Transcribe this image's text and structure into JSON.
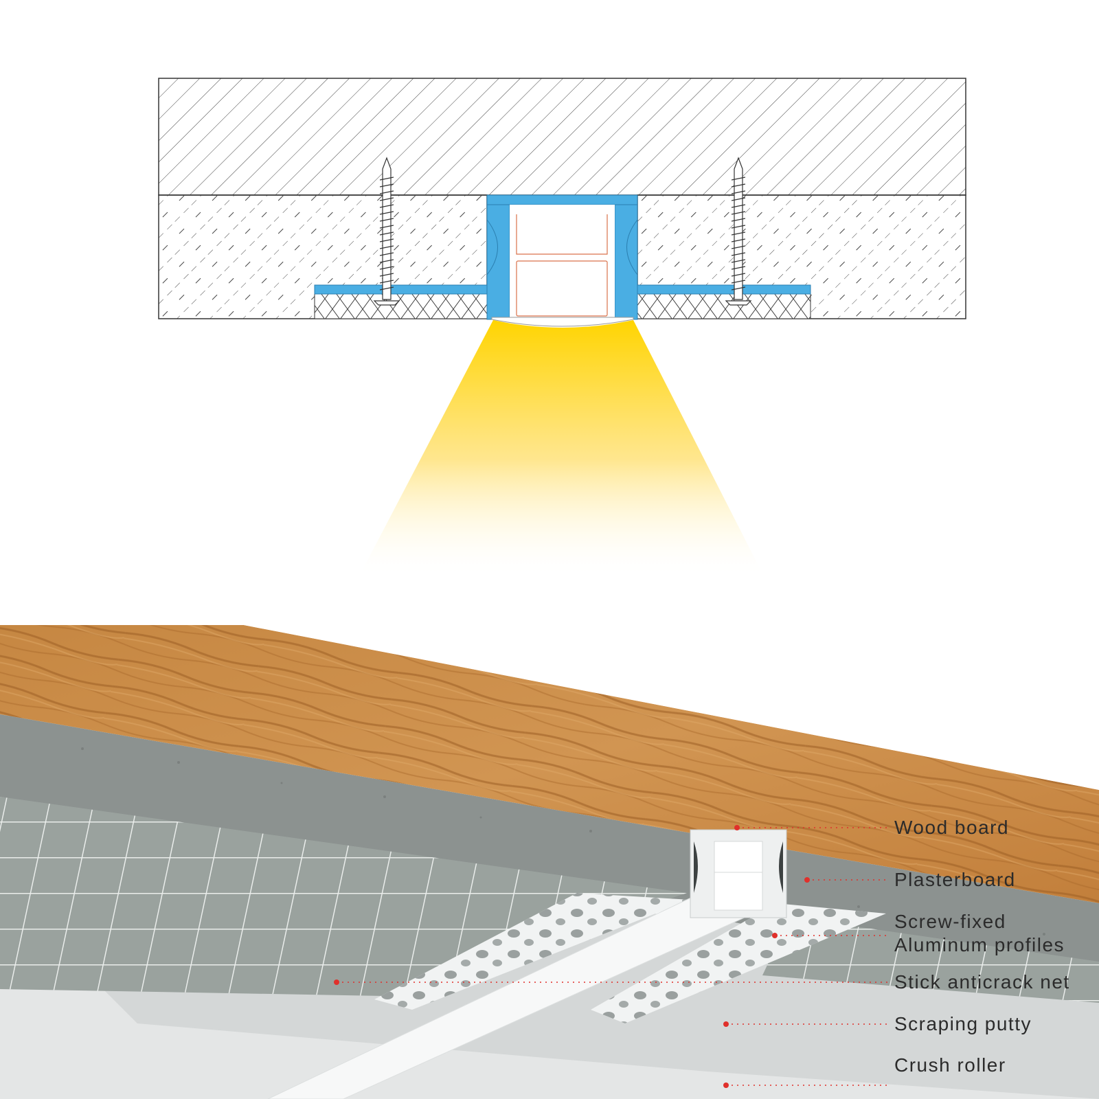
{
  "diagram": {
    "colors": {
      "profile": "#4aaee3",
      "light": "#ffd400",
      "wood": "#c98a45",
      "plaster": "#8c9290",
      "putty": "#c9cccc",
      "leader": "#e0302b"
    },
    "labels": [
      {
        "id": "wood-board",
        "lines": [
          "Wood board"
        ]
      },
      {
        "id": "plasterboard",
        "lines": [
          "Plasterboard"
        ]
      },
      {
        "id": "screw-fixed-aluminum-profiles",
        "lines": [
          "Screw-fixed",
          "Aluminum profiles"
        ]
      },
      {
        "id": "stick-anticrack-net",
        "lines": [
          "Stick anticrack net"
        ]
      },
      {
        "id": "scraping-putty",
        "lines": [
          "Scraping putty"
        ]
      },
      {
        "id": "crush-roller",
        "lines": [
          "Crush roller"
        ]
      }
    ]
  }
}
